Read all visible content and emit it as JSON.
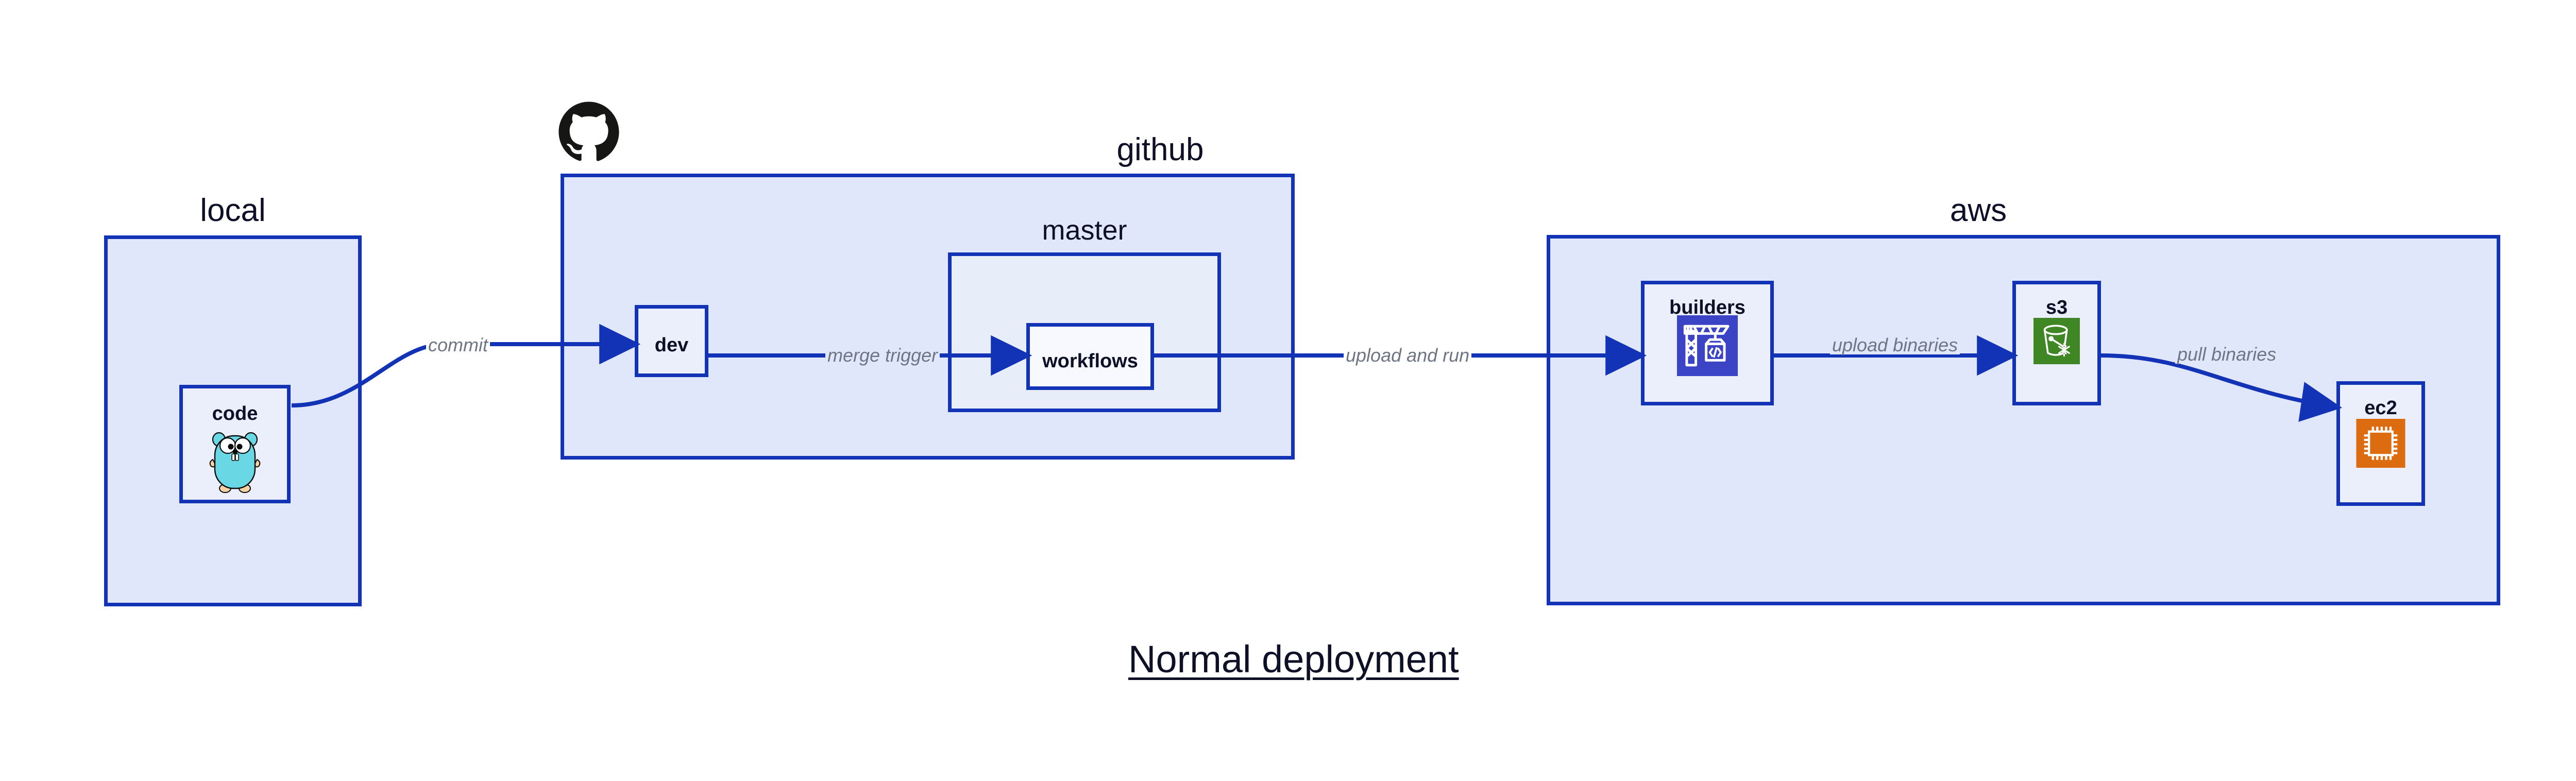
{
  "title": "Normal deployment",
  "colors": {
    "group_fill": "#E1E7FA",
    "group_border": "#1333B6",
    "node_fill": "#EAEFFB",
    "edge": "#1333B6",
    "edge_label": "#6F7683",
    "text": "#0D1026",
    "builders_icon_bg": "#3B44C4",
    "s3_icon_bg": "#3F8624",
    "ec2_icon_bg": "#DD6B10",
    "gopher": "#6AD7E5",
    "github_logo": "#161614"
  },
  "groups": [
    {
      "id": "local",
      "label": "local"
    },
    {
      "id": "github",
      "label": "github",
      "logo": "github-octocat-logo"
    },
    {
      "id": "aws",
      "label": "aws"
    }
  ],
  "nodes": [
    {
      "id": "code",
      "label": "code",
      "icon": "go-gopher-icon"
    },
    {
      "id": "dev",
      "label": "dev",
      "icon": null
    },
    {
      "id": "master",
      "label": "master",
      "icon": null
    },
    {
      "id": "workflows",
      "label": "workflows",
      "icon": null
    },
    {
      "id": "builders",
      "label": "builders",
      "icon": "crane-code-icon"
    },
    {
      "id": "s3",
      "label": "s3",
      "icon": "s3-bucket-glacier-icon"
    },
    {
      "id": "ec2",
      "label": "ec2",
      "icon": "cpu-chip-icon"
    }
  ],
  "edges": [
    {
      "from": "code",
      "to": "dev",
      "label": "commit"
    },
    {
      "from": "dev",
      "to": "workflows",
      "label": "merge trigger"
    },
    {
      "from": "workflows",
      "to": "builders",
      "label": "upload and run"
    },
    {
      "from": "builders",
      "to": "s3",
      "label": "upload binaries"
    },
    {
      "from": "s3",
      "to": "ec2",
      "label": "pull binaries"
    }
  ]
}
